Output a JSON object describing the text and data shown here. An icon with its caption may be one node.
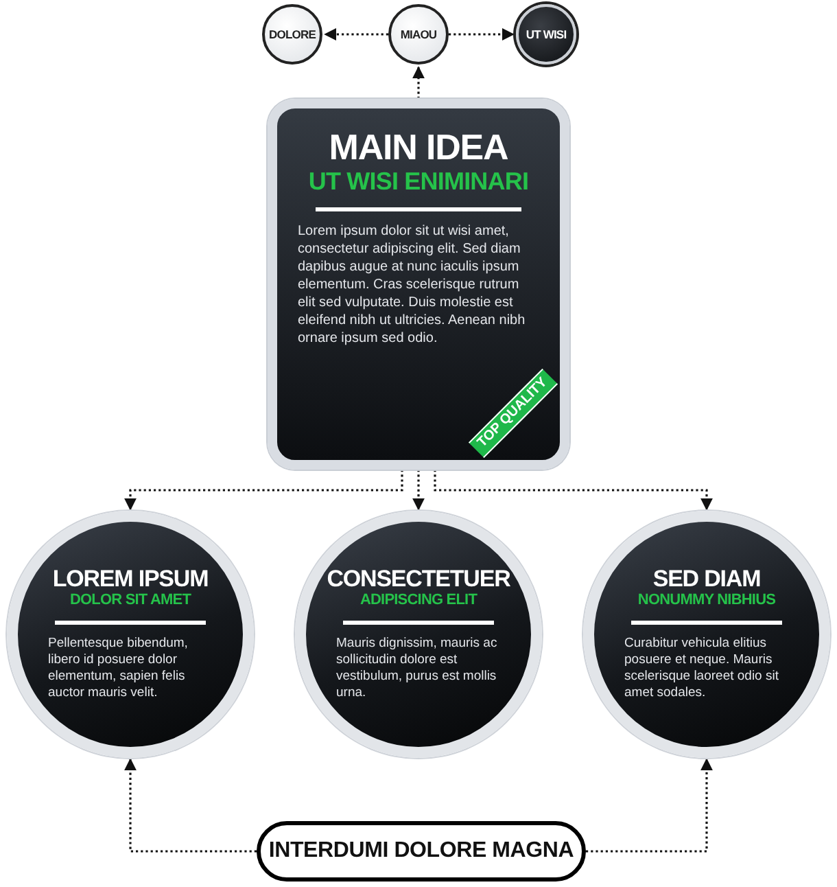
{
  "diagram": {
    "nodes": [
      {
        "text": [
          "DOLORE"
        ]
      },
      {
        "text": [
          "MIAOU"
        ]
      },
      {
        "text": [
          "UT WISI"
        ]
      },
      {
        "text": [
          "MAIN IDEA",
          "UT WISI ENIMINARI",
          "Lorem ipsum dolor sit ut wisi amet, consectetur adipiscing elit. Sed diam dapibus augue at nunc iaculis ipsum elementum. Cras scelerisque rutrum elit sed vulputate. Duis molestie est eleifend nibh ut ultricies. Aenean nibh ornare ipsum sed odio.",
          "TOP QUALITY"
        ]
      },
      {
        "text": [
          "LOREM IPSUM",
          "DOLOR SIT AMET",
          "Pellentesque bibendum, libero id posuere dolor elementum, sapien felis auctor mauris velit."
        ]
      },
      {
        "text": [
          "CONSECTETUER",
          "ADIPISCING ELIT",
          "Mauris dignissim, mauris ac sollicitudin dolore est vestibulum, purus est mollis urna."
        ]
      },
      {
        "text": [
          "SED DIAM",
          "NONUMMY NIBHIUS",
          "Curabitur vehicula elitius posuere et neque. Mauris scelerisque laoreet odio sit amet sodales."
        ]
      },
      {
        "text": [
          "INTERDUMI DOLORE MAGNA"
        ]
      }
    ],
    "edges": [
      {
        "from": 3,
        "to": 1,
        "arrow": "to",
        "style": "dashed"
      },
      {
        "from": 1,
        "to": 0,
        "arrow": "to",
        "style": "dashed"
      },
      {
        "from": 1,
        "to": 2,
        "arrow": "to",
        "style": "dashed"
      },
      {
        "from": 3,
        "to": 4,
        "arrow": "to",
        "style": "dashed"
      },
      {
        "from": 3,
        "to": 5,
        "arrow": "to",
        "style": "dashed"
      },
      {
        "from": 3,
        "to": 6,
        "arrow": "to",
        "style": "dashed"
      },
      {
        "from": 7,
        "to": 4,
        "arrow": "to",
        "style": "dashed"
      },
      {
        "from": 7,
        "to": 6,
        "arrow": "to",
        "style": "dashed"
      }
    ]
  }
}
